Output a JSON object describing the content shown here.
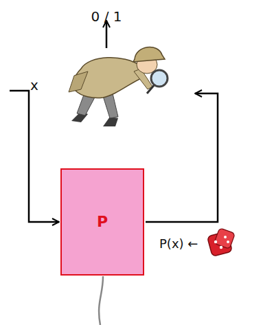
{
  "diagram": {
    "nodes": [
      {
        "text": [
          "P"
        ]
      }
    ],
    "labels": [
      "0 / 1",
      "x",
      "P(x) ←"
    ]
  }
}
